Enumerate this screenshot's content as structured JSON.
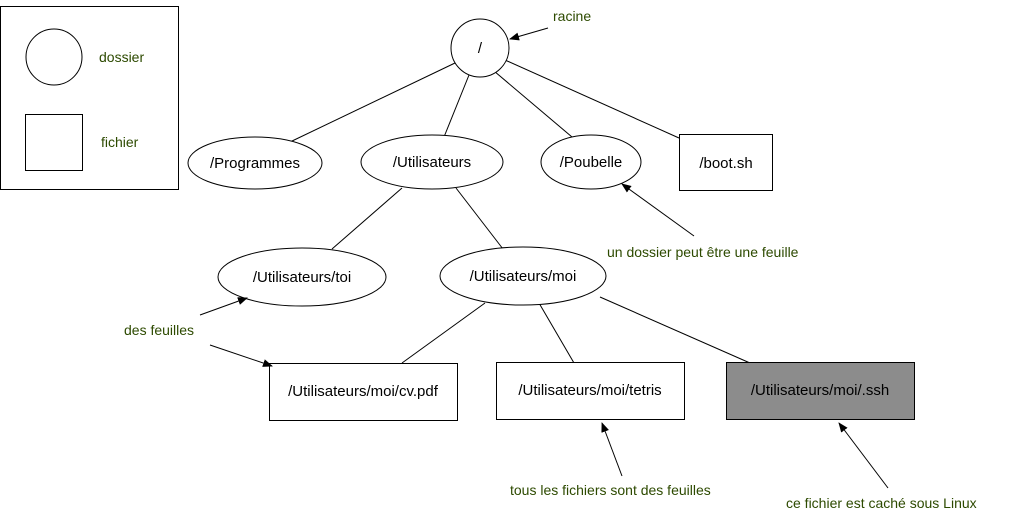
{
  "legend": {
    "folder_label": "dossier",
    "file_label": "fichier"
  },
  "nodes": {
    "root": "/",
    "programmes": "/Programmes",
    "utilisateurs": "/Utilisateurs",
    "poubelle": "/Poubelle",
    "boot": "/boot.sh",
    "toi": "/Utilisateurs/toi",
    "moi": "/Utilisateurs/moi",
    "cv": "/Utilisateurs/moi/cv.pdf",
    "tetris": "/Utilisateurs/moi/tetris",
    "ssh": "/Utilisateurs/moi/.ssh"
  },
  "annotations": {
    "racine": "racine",
    "leaf_folder": "un dossier peut être une feuille",
    "leaves": "des feuilles",
    "files_leaves": "tous les fichiers sont des feuilles",
    "hidden": "ce fichier est caché sous Linux"
  },
  "colors": {
    "annotation_text": "#2d4a00",
    "hidden_file_fill": "#8c8c8c",
    "line": "#000000"
  }
}
